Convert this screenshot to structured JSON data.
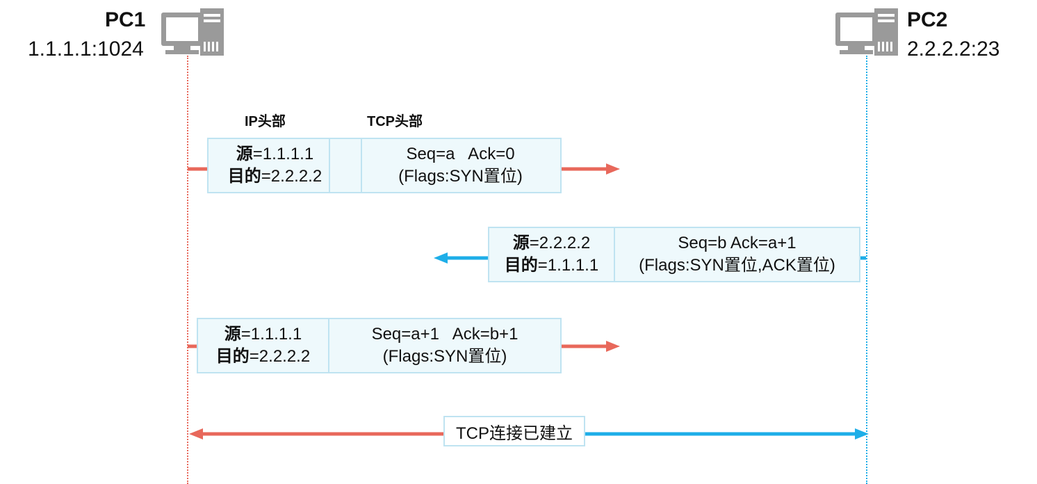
{
  "hosts": {
    "pc1": {
      "name": "PC1",
      "address": "1.1.1.1:1024",
      "icon": "computer-icon"
    },
    "pc2": {
      "name": "PC2",
      "address": "2.2.2.2:23",
      "icon": "computer-icon"
    }
  },
  "headers": {
    "ip": "IP头部",
    "tcp": "TCP头部"
  },
  "packets": [
    {
      "direction": "pc1-to-pc2",
      "ip": {
        "src_label": "源",
        "src": "=1.1.1.1",
        "dst_label": "目的",
        "dst": "=2.2.2.2"
      },
      "tcp": {
        "line1": "Seq=a   Ack=0",
        "line2": "(Flags:SYN置位)"
      }
    },
    {
      "direction": "pc2-to-pc1",
      "ip": {
        "src_label": "源",
        "src": "=2.2.2.2",
        "dst_label": "目的",
        "dst": "=1.1.1.1"
      },
      "tcp": {
        "line1": "Seq=b Ack=a+1",
        "line2": "(Flags:SYN置位,ACK置位)"
      }
    },
    {
      "direction": "pc1-to-pc2",
      "ip": {
        "src_label": "源",
        "src": "=1.1.1.1",
        "dst_label": "目的",
        "dst": "=2.2.2.2"
      },
      "tcp": {
        "line1": "Seq=a+1   Ack=b+1",
        "line2": "(Flags:SYN置位)"
      }
    }
  ],
  "established": {
    "label": "TCP连接已建立"
  },
  "colors": {
    "pc1_arrow": "#e8685b",
    "pc2_arrow": "#1eaee8",
    "box_fill": "#eef9fc",
    "box_border": "#bfe3f1",
    "icon_gray": "#9a9a9a"
  }
}
